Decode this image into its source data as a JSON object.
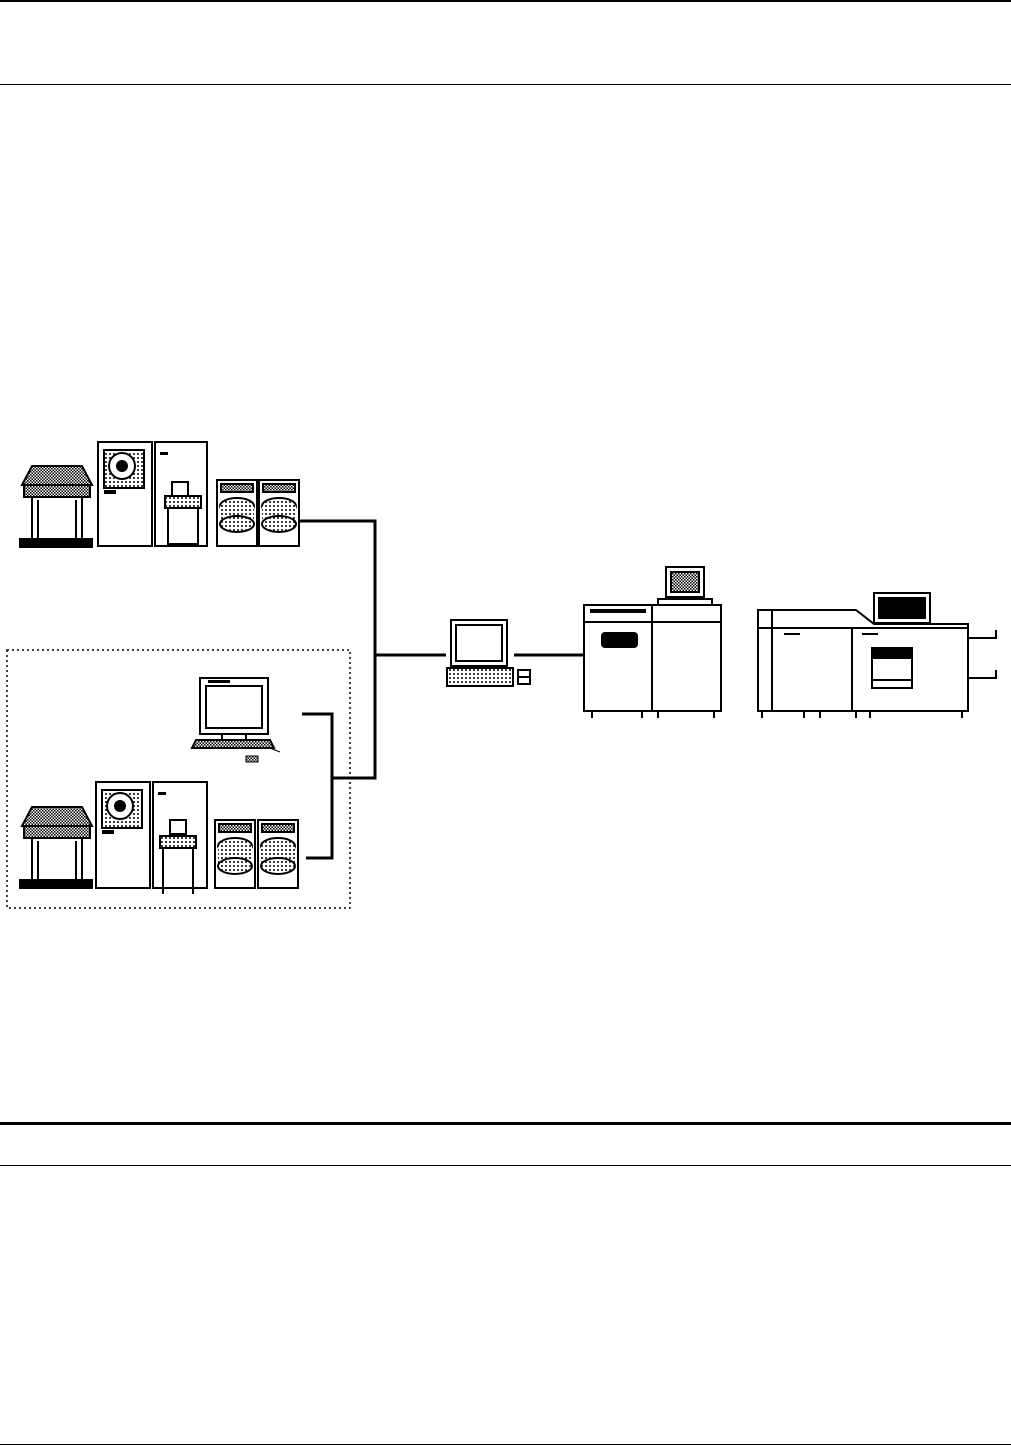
{
  "page": {
    "header_text": "",
    "footer_text": ""
  },
  "diagram": {
    "nodes": [
      {
        "id": "host-system-1",
        "icons": [
          "console-icon",
          "tape-drive-icon",
          "cpu-cabinet-icon",
          "disk-drive-icon",
          "disk-drive-icon"
        ]
      },
      {
        "id": "host-system-2",
        "icons": [
          "console-icon",
          "tape-drive-icon",
          "cpu-cabinet-icon",
          "disk-drive-icon",
          "disk-drive-icon"
        ]
      },
      {
        "id": "workstation",
        "icons": [
          "monitor-icon",
          "keyboard-icon",
          "mouse-icon"
        ]
      },
      {
        "id": "print-server",
        "icons": [
          "monitor-icon",
          "keyboard-icon"
        ]
      },
      {
        "id": "printer-1",
        "icons": [
          "printer-icon",
          "monitor-icon"
        ]
      },
      {
        "id": "printer-2",
        "icons": [
          "printer-icon",
          "monitor-icon"
        ]
      }
    ],
    "groups": [
      {
        "id": "local-group",
        "style": "dotted",
        "members": [
          "workstation",
          "host-system-2"
        ]
      }
    ],
    "edges": [
      {
        "from": "host-system-1",
        "to": "print-server"
      },
      {
        "from": "local-group",
        "to": "print-server"
      },
      {
        "from": "workstation",
        "to": "local-group"
      },
      {
        "from": "host-system-2",
        "to": "local-group"
      },
      {
        "from": "print-server",
        "to": "printer-1"
      }
    ]
  }
}
